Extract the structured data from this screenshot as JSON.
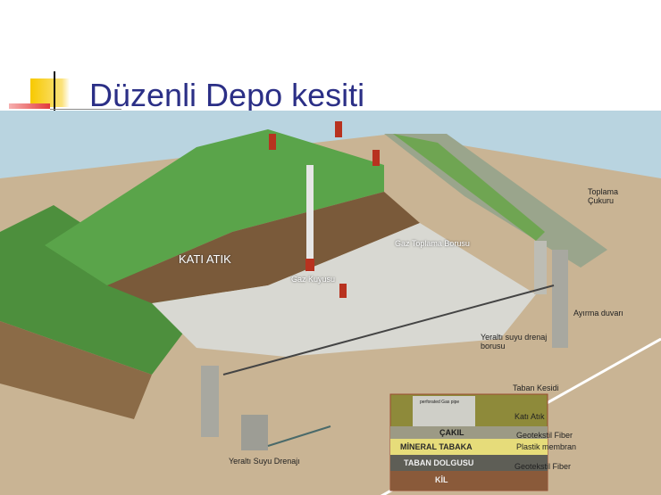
{
  "slide": {
    "title": "Düzenli Depo kesiti"
  },
  "diagram": {
    "labels": {
      "solid_waste": "KATI ATIK",
      "gas_collection_pipe": "Gaz Toplama Borusu",
      "gas_well": "Gaz Kuyusu",
      "collection_pit": "Toplama Çukuru",
      "separation_wall": "Ayırma duvarı",
      "groundwater_drain_pipe": "Yeraltı suyu drenaj borusu",
      "groundwater_drainage": "Yeraltı Suyu Drenajı",
      "base_section": "Taban Kesidi"
    },
    "base_section": {
      "layers": [
        "ÇAKIL",
        "MİNERAL TABAKA",
        "TABAN DOLGUSU",
        "KİL"
      ],
      "callouts": [
        "Katı Atık",
        "Geotekstil Fiber",
        "Plastik membran",
        "Geotekstil Fiber"
      ],
      "inset_text": "perforated Gas pipe"
    }
  }
}
